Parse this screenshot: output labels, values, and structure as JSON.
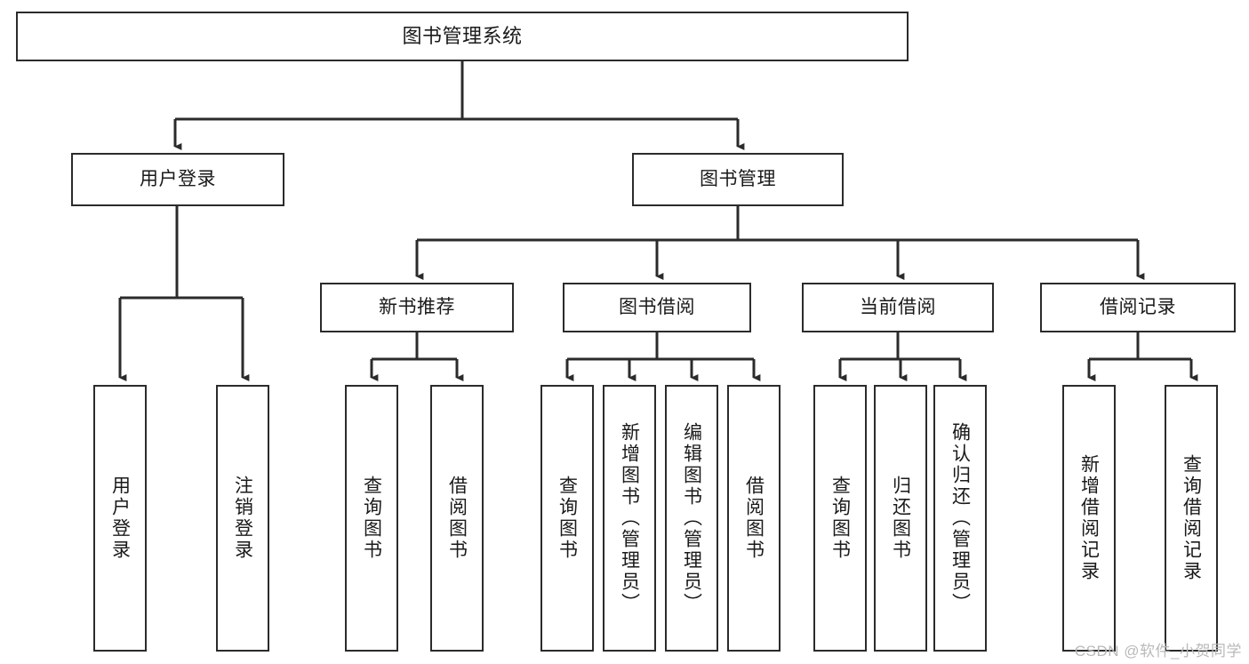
{
  "diagram": {
    "type": "tree",
    "title": "图书管理系统",
    "watermark": "CSDN @软件_小贺同学",
    "colors": {
      "stroke": "#2b2b2b",
      "fill": "#ffffff",
      "text": "#1a1a1a",
      "watermark": "#b9b9b9"
    },
    "nodes": {
      "root": {
        "label": "图书管理系统"
      },
      "level2": [
        {
          "id": "user-login",
          "label": "用户登录"
        },
        {
          "id": "book-manage",
          "label": "图书管理"
        }
      ],
      "level3": [
        {
          "id": "new-book-rec",
          "label": "新书推荐"
        },
        {
          "id": "book-borrow",
          "label": "图书借阅"
        },
        {
          "id": "current-borrow",
          "label": "当前借阅"
        },
        {
          "id": "borrow-record",
          "label": "借阅记录"
        }
      ],
      "leaves": [
        {
          "id": "leaf-user-login",
          "label": "用户登录",
          "parent": "user-login"
        },
        {
          "id": "leaf-logout",
          "label": "注销登录",
          "parent": "user-login"
        },
        {
          "id": "leaf-query-book-1",
          "label": "查询图书",
          "parent": "new-book-rec"
        },
        {
          "id": "leaf-borrow-book-1",
          "label": "借阅图书",
          "parent": "new-book-rec"
        },
        {
          "id": "leaf-query-book-2",
          "label": "查询图书",
          "parent": "book-borrow"
        },
        {
          "id": "leaf-add-book",
          "label": "新增图书（管理员）",
          "parent": "book-borrow"
        },
        {
          "id": "leaf-edit-book",
          "label": "编辑图书（管理员）",
          "parent": "book-borrow"
        },
        {
          "id": "leaf-borrow-book-2",
          "label": "借阅图书",
          "parent": "book-borrow"
        },
        {
          "id": "leaf-query-book-3",
          "label": "查询图书",
          "parent": "current-borrow"
        },
        {
          "id": "leaf-return-book",
          "label": "归还图书",
          "parent": "current-borrow"
        },
        {
          "id": "leaf-confirm-return",
          "label": "确认归还（管理员）",
          "parent": "current-borrow"
        },
        {
          "id": "leaf-add-record",
          "label": "新增借阅记录",
          "parent": "borrow-record"
        },
        {
          "id": "leaf-query-record",
          "label": "查询借阅记录",
          "parent": "borrow-record"
        }
      ]
    }
  }
}
